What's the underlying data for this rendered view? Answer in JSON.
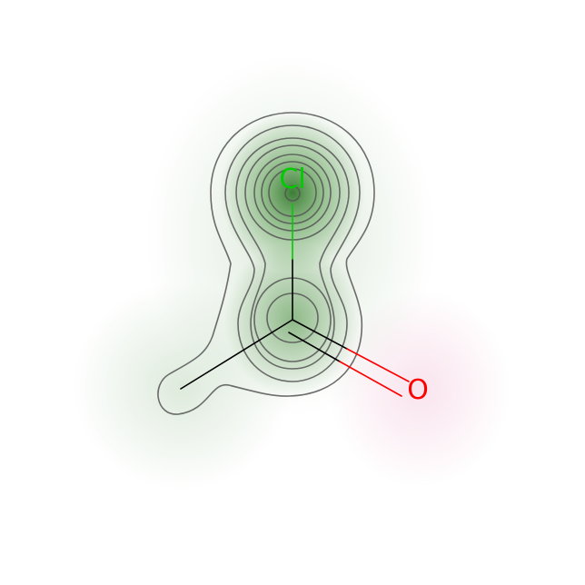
{
  "molecule": {
    "atoms": [
      {
        "id": "Cl",
        "label": "Cl",
        "color": "#00cc00",
        "labeled": true
      },
      {
        "id": "C1",
        "label": "",
        "color": "#000000",
        "labeled": false
      },
      {
        "id": "C2",
        "label": "",
        "color": "#000000",
        "labeled": false
      },
      {
        "id": "O",
        "label": "O",
        "color": "#ff0000",
        "labeled": true
      }
    ],
    "bonds": [
      {
        "from": "C1",
        "to": "Cl",
        "order": 1
      },
      {
        "from": "C1",
        "to": "C2",
        "order": 1
      },
      {
        "from": "C1",
        "to": "O",
        "order": 2
      }
    ]
  },
  "colors": {
    "positive": "#2e7d22",
    "negative": "#d8508c",
    "contour": "#555555",
    "background": "#ffffff"
  }
}
